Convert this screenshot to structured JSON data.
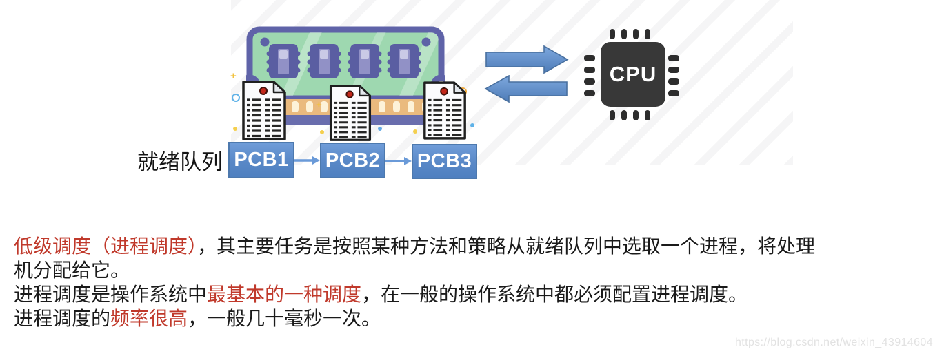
{
  "slide": {
    "diagram": {
      "queue_label": "就绪队列",
      "pcb_nodes": [
        "PCB1",
        "PCB2",
        "PCB3"
      ],
      "cpu_label": "CPU",
      "icons": [
        "ram-memory-icon",
        "process-document-icon",
        "cpu-chip-icon",
        "transfer-arrow-right-icon",
        "transfer-arrow-left-icon"
      ],
      "colors": {
        "pcb_box_fill": "#5d8fcb",
        "pcb_box_border": "#4d79ae",
        "transfer_arrow_fill": "#5e8cc9",
        "ram_body_green": "#9ed8b0",
        "ram_border_purple": "#5f63a8",
        "ram_chip_purple": "#5a5ea2",
        "ram_pins_gold": "#eaba7e",
        "cpu_body_dark": "#383838",
        "document_dot_red": "#c3271b",
        "highlight_red": "#c0392b",
        "text_black": "#1a1a1a",
        "watermark_gray": "#e2e2e2"
      }
    },
    "text_block": {
      "lines": [
        {
          "segments": [
            {
              "text": "低级调度（进程调度）",
              "color": "#c0392b"
            },
            {
              "text": "，其主要任务是按照某种方法和策略从就绪队列中选取一个进程，将处理",
              "color": "#1a1a1a"
            }
          ]
        },
        {
          "segments": [
            {
              "text": "机分配给它。",
              "color": "#1a1a1a"
            }
          ]
        },
        {
          "segments": [
            {
              "text": "进程调度是操作系统中",
              "color": "#1a1a1a"
            },
            {
              "text": "最基本的一种调度",
              "color": "#c0392b"
            },
            {
              "text": "，在一般的操作系统中都必须配置进程调度。",
              "color": "#1a1a1a"
            }
          ]
        },
        {
          "segments": [
            {
              "text": "进程调度的",
              "color": "#1a1a1a"
            },
            {
              "text": "频率很高",
              "color": "#c0392b"
            },
            {
              "text": "，一般几十毫秒一次。",
              "color": "#1a1a1a"
            }
          ]
        }
      ]
    },
    "watermark": "https://blog.csdn.net/weixin_43914604"
  }
}
